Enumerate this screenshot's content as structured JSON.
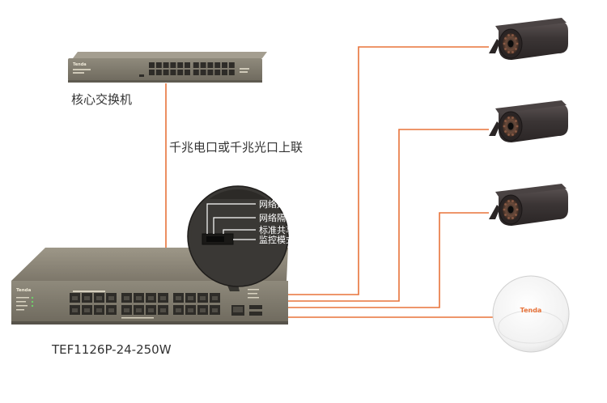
{
  "core_switch": {
    "label": "核心交换机",
    "brand": "Tenda"
  },
  "uplink": {
    "label": "千兆电口或千兆光口上联"
  },
  "mode_switch": {
    "options": [
      "网络延长",
      "网络隔离",
      "标准共享",
      "监控模式"
    ]
  },
  "poe_switch": {
    "label": "TEF1126P-24-250W",
    "brand": "Tenda"
  },
  "access_point": {
    "brand": "Tenda"
  },
  "colors": {
    "cable": "#e8733a",
    "switch_body": "#8a8475",
    "camera_body": "#3e3838",
    "ap_body": "#f4f4f4"
  },
  "icons": [
    "ip-camera-icon",
    "ceiling-access-point-icon",
    "network-switch-icon",
    "dip-switch-icon"
  ]
}
